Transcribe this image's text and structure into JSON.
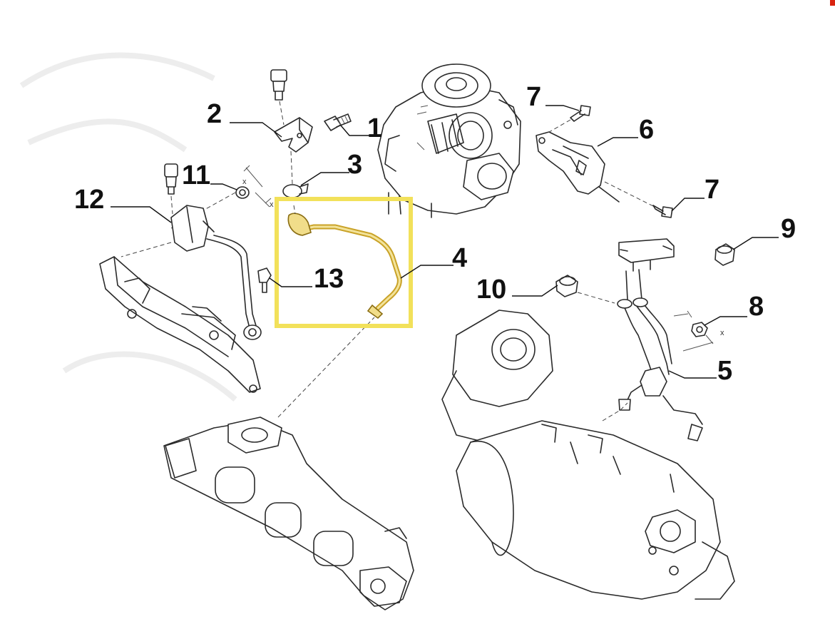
{
  "diagram": {
    "callouts": [
      {
        "id": "1",
        "label": "1"
      },
      {
        "id": "2",
        "label": "2"
      },
      {
        "id": "3",
        "label": "3"
      },
      {
        "id": "4",
        "label": "4"
      },
      {
        "id": "5",
        "label": "5"
      },
      {
        "id": "6",
        "label": "6"
      },
      {
        "id": "7a",
        "label": "7"
      },
      {
        "id": "7b",
        "label": "7"
      },
      {
        "id": "8",
        "label": "8"
      },
      {
        "id": "9",
        "label": "9"
      },
      {
        "id": "10",
        "label": "10"
      },
      {
        "id": "11",
        "label": "11"
      },
      {
        "id": "12",
        "label": "12"
      },
      {
        "id": "13",
        "label": "13"
      }
    ],
    "dimension_marks": [
      "x",
      "x",
      "x"
    ]
  },
  "colors": {
    "highlight_box": "#f2e15a",
    "highlighted_pipe": "#c9a227",
    "line_art": "#2a2a2a",
    "corner_mark": "#d9230f"
  }
}
